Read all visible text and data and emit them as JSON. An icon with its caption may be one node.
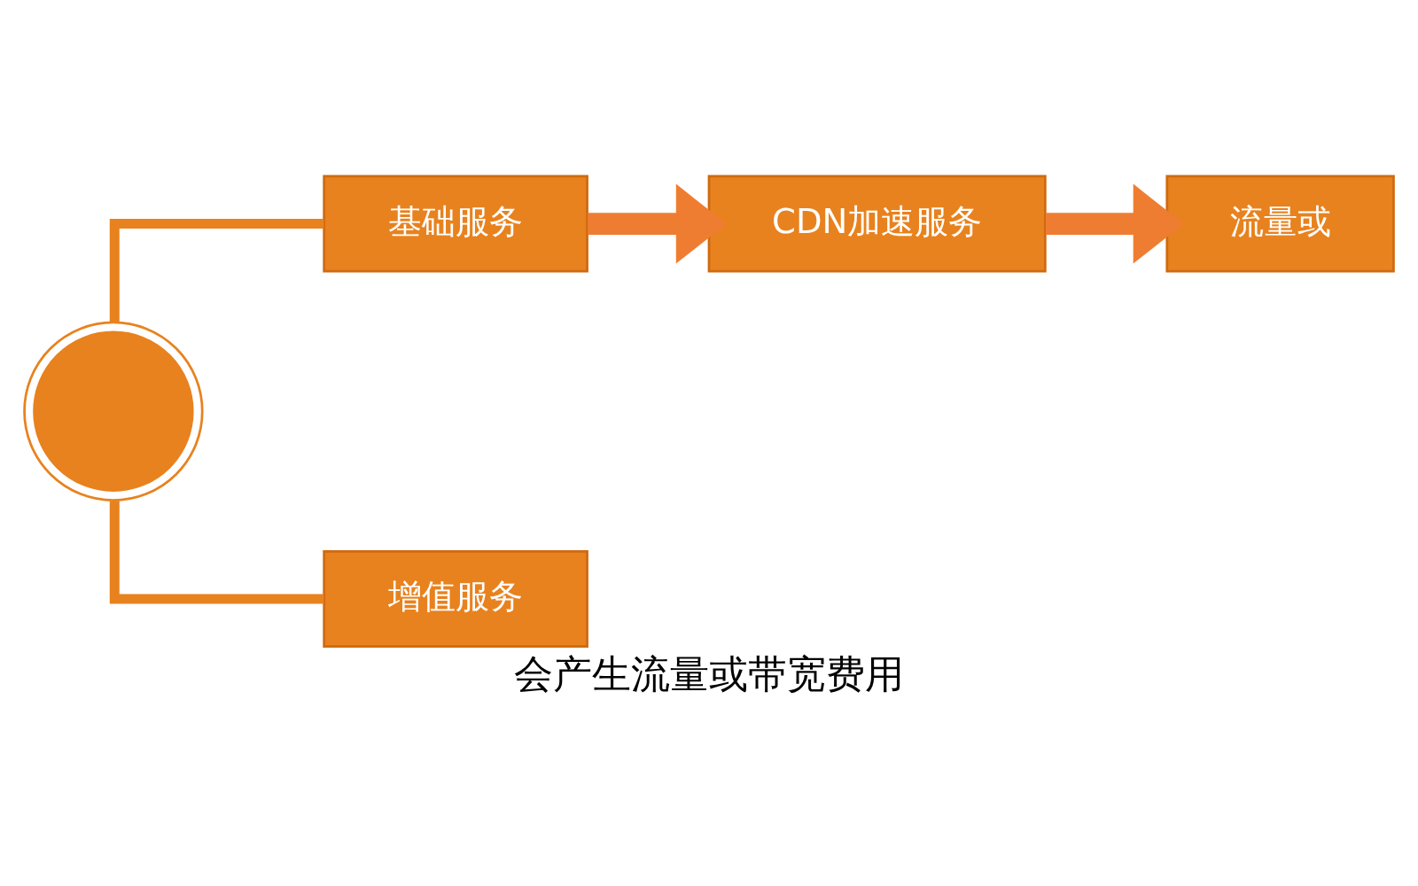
{
  "diagram": {
    "caption": "会产生流量或带宽费用",
    "nodes": [
      {
        "text": [],
        "shape": "picture"
      },
      {
        "text": [
          "基础服务"
        ]
      },
      {
        "text": [
          "CDN加速服务"
        ]
      },
      {
        "text": [
          "流量或"
        ]
      },
      {
        "text": [
          "增值服务"
        ]
      }
    ],
    "edges": [
      {
        "from": 0,
        "to": 1,
        "arrow": "none"
      },
      {
        "from": 0,
        "to": 4,
        "arrow": "none"
      },
      {
        "from": 1,
        "to": 2,
        "arrow": "to",
        "style": "thick"
      },
      {
        "from": 2,
        "to": 3,
        "arrow": "to",
        "style": "thick"
      }
    ]
  }
}
